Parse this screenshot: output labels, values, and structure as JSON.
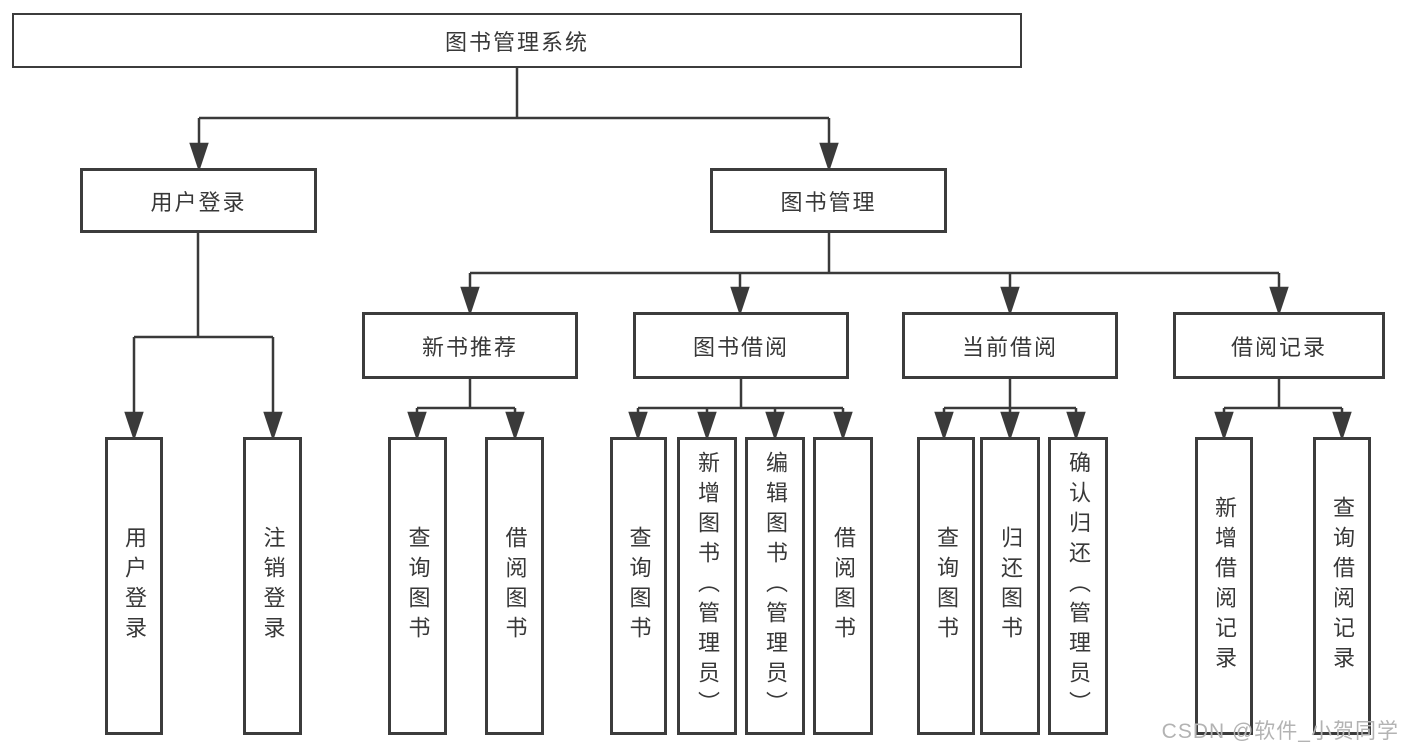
{
  "diagram": {
    "root": {
      "label": "图书管理系统"
    },
    "level2": [
      {
        "label": "用户登录",
        "parent": "图书管理系统"
      },
      {
        "label": "图书管理",
        "parent": "图书管理系统"
      }
    ],
    "level3": [
      {
        "label": "新书推荐",
        "parent": "图书管理"
      },
      {
        "label": "图书借阅",
        "parent": "图书管理"
      },
      {
        "label": "当前借阅",
        "parent": "图书管理"
      },
      {
        "label": "借阅记录",
        "parent": "图书管理"
      }
    ],
    "leaves": [
      {
        "label": "用户登录",
        "parent": "用户登录"
      },
      {
        "label": "注销登录",
        "parent": "用户登录"
      },
      {
        "label": "查询图书",
        "parent": "新书推荐"
      },
      {
        "label": "借阅图书",
        "parent": "新书推荐"
      },
      {
        "label": "查询图书",
        "parent": "图书借阅"
      },
      {
        "label": "新增图书（管理员）",
        "parent": "图书借阅"
      },
      {
        "label": "编辑图书（管理员）",
        "parent": "图书借阅"
      },
      {
        "label": "借阅图书",
        "parent": "图书借阅"
      },
      {
        "label": "查询图书",
        "parent": "当前借阅"
      },
      {
        "label": "归还图书",
        "parent": "当前借阅"
      },
      {
        "label": "确认归还（管理员）",
        "parent": "当前借阅"
      },
      {
        "label": "新增借阅记录",
        "parent": "借阅记录"
      },
      {
        "label": "查询借阅记录",
        "parent": "借阅记录"
      }
    ],
    "watermark": "CSDN @软件_小贺同学",
    "colors": {
      "line": "#3a3a3a",
      "box_border": "#3c3c3c",
      "text": "#383838",
      "background": "#ffffff",
      "watermark": "#b3b3b3"
    }
  }
}
